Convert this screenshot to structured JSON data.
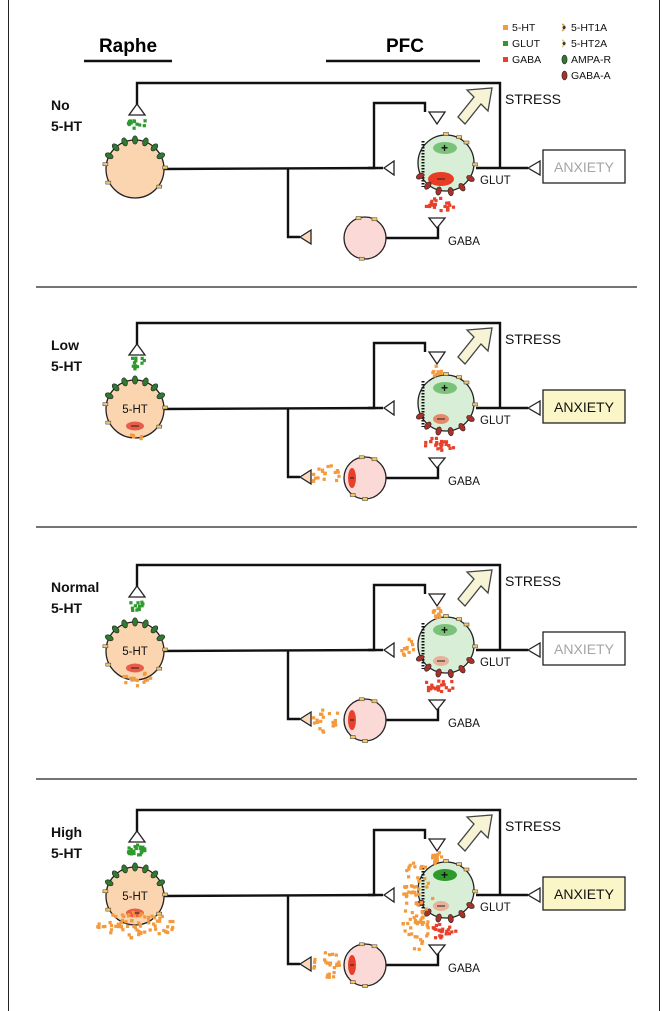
{
  "headers": {
    "raphe": "Raphe",
    "pfc": "PFC"
  },
  "legend": [
    {
      "label": "5-HT",
      "marker": "square",
      "color": "#f39a3c"
    },
    {
      "label": "GLUT",
      "marker": "square",
      "color": "#2e9a2e"
    },
    {
      "label": "GABA",
      "marker": "square",
      "color": "#e8412b"
    },
    {
      "label": "5-HT1A",
      "marker": "receptor-1a",
      "color": "#e8a23a"
    },
    {
      "label": "5-HT2A",
      "marker": "receptor-2a",
      "color": "#f2c96b"
    },
    {
      "label": "AMPA-R",
      "marker": "oval",
      "color": "#2f7a2f"
    },
    {
      "label": "GABA-A",
      "marker": "oval",
      "color": "#a8322a"
    }
  ],
  "panels": [
    {
      "label_line1": "No",
      "label_line2": "5-HT",
      "stress": "STRESS",
      "glut": "GLUT",
      "gaba": "GABA",
      "anxiety": "ANXIETY",
      "anxiety_active": false,
      "raphe_text": "",
      "serotonin_level": 0
    },
    {
      "label_line1": "Low",
      "label_line2": "5-HT",
      "stress": "STRESS",
      "glut": "GLUT",
      "gaba": "GABA",
      "anxiety": "ANXIETY",
      "anxiety_active": true,
      "raphe_text": "5-HT",
      "serotonin_level": 1
    },
    {
      "label_line1": "Normal",
      "label_line2": "5-HT",
      "stress": "STRESS",
      "glut": "GLUT",
      "gaba": "GABA",
      "anxiety": "ANXIETY",
      "anxiety_active": false,
      "raphe_text": "5-HT",
      "serotonin_level": 2
    },
    {
      "label_line1": "High",
      "label_line2": "5-HT",
      "stress": "STRESS",
      "glut": "GLUT",
      "gaba": "GABA",
      "anxiety": "ANXIETY",
      "anxiety_active": true,
      "raphe_text": "5-HT",
      "serotonin_level": 3
    }
  ],
  "colors": {
    "serotonin": "#f39a3c",
    "glutamate": "#2e9a2e",
    "gaba": "#e8412b",
    "raphe_fill": "#fbd5b0",
    "pfc_fill": "#d9eed6",
    "interneuron_fill": "#fbd9d6",
    "anxiety_active_fill": "#fbf6c8",
    "anxiety_inactive_text": "#a5a5a5",
    "stress_arrow": "#f7f4d6"
  }
}
